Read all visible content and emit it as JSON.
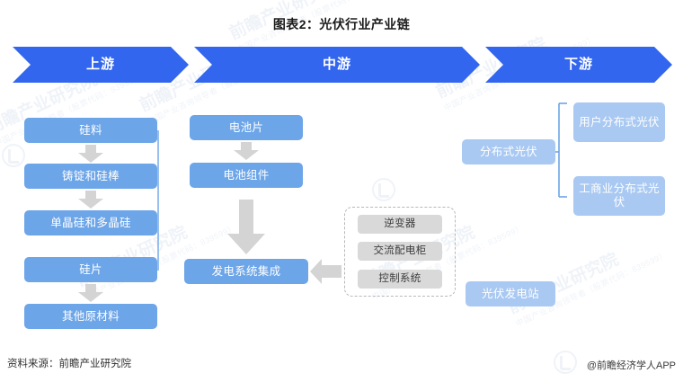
{
  "page": {
    "title": "图表2：光伏行业产业链",
    "source_label": "资料来源：前瞻产业研究院",
    "credit": "@前瞻经济学人APP",
    "watermark_main": "前瞻产业研究院",
    "watermark_sub": "中国产业咨询领导者（股票代码：839599）"
  },
  "colors": {
    "banner_blue": "#3366ee",
    "node_blue": "#6ca5e8",
    "node_light_blue": "#a9c9f2",
    "node_gray": "#d9d9d9",
    "arrow_gray": "#d4d4d4",
    "bracket_blue": "#6ca5e8",
    "dash_gray": "#b8b8b8",
    "title_color": "#1a1a1a"
  },
  "banner": {
    "segments": [
      {
        "label": "上游"
      },
      {
        "label": "中游"
      },
      {
        "label": "下游"
      }
    ]
  },
  "upstream": {
    "nodes": [
      {
        "label": "硅料"
      },
      {
        "label": "铸锭和硅棒"
      },
      {
        "label": "单晶硅和多晶硅"
      },
      {
        "label": "硅片"
      },
      {
        "label": "其他原材料"
      }
    ]
  },
  "midstream": {
    "nodes": [
      {
        "label": "电池片"
      },
      {
        "label": "电池组件"
      },
      {
        "label": "发电系统集成"
      }
    ],
    "components_group": {
      "items": [
        {
          "label": "逆变器"
        },
        {
          "label": "交流配电柜"
        },
        {
          "label": "控制系统"
        }
      ]
    }
  },
  "downstream": {
    "parent": {
      "label": "分布式光伏"
    },
    "children": [
      {
        "label": "用户分布式光伏"
      },
      {
        "label": "工商业分布式光伏"
      }
    ],
    "standalone": {
      "label": "光伏发电站"
    }
  }
}
